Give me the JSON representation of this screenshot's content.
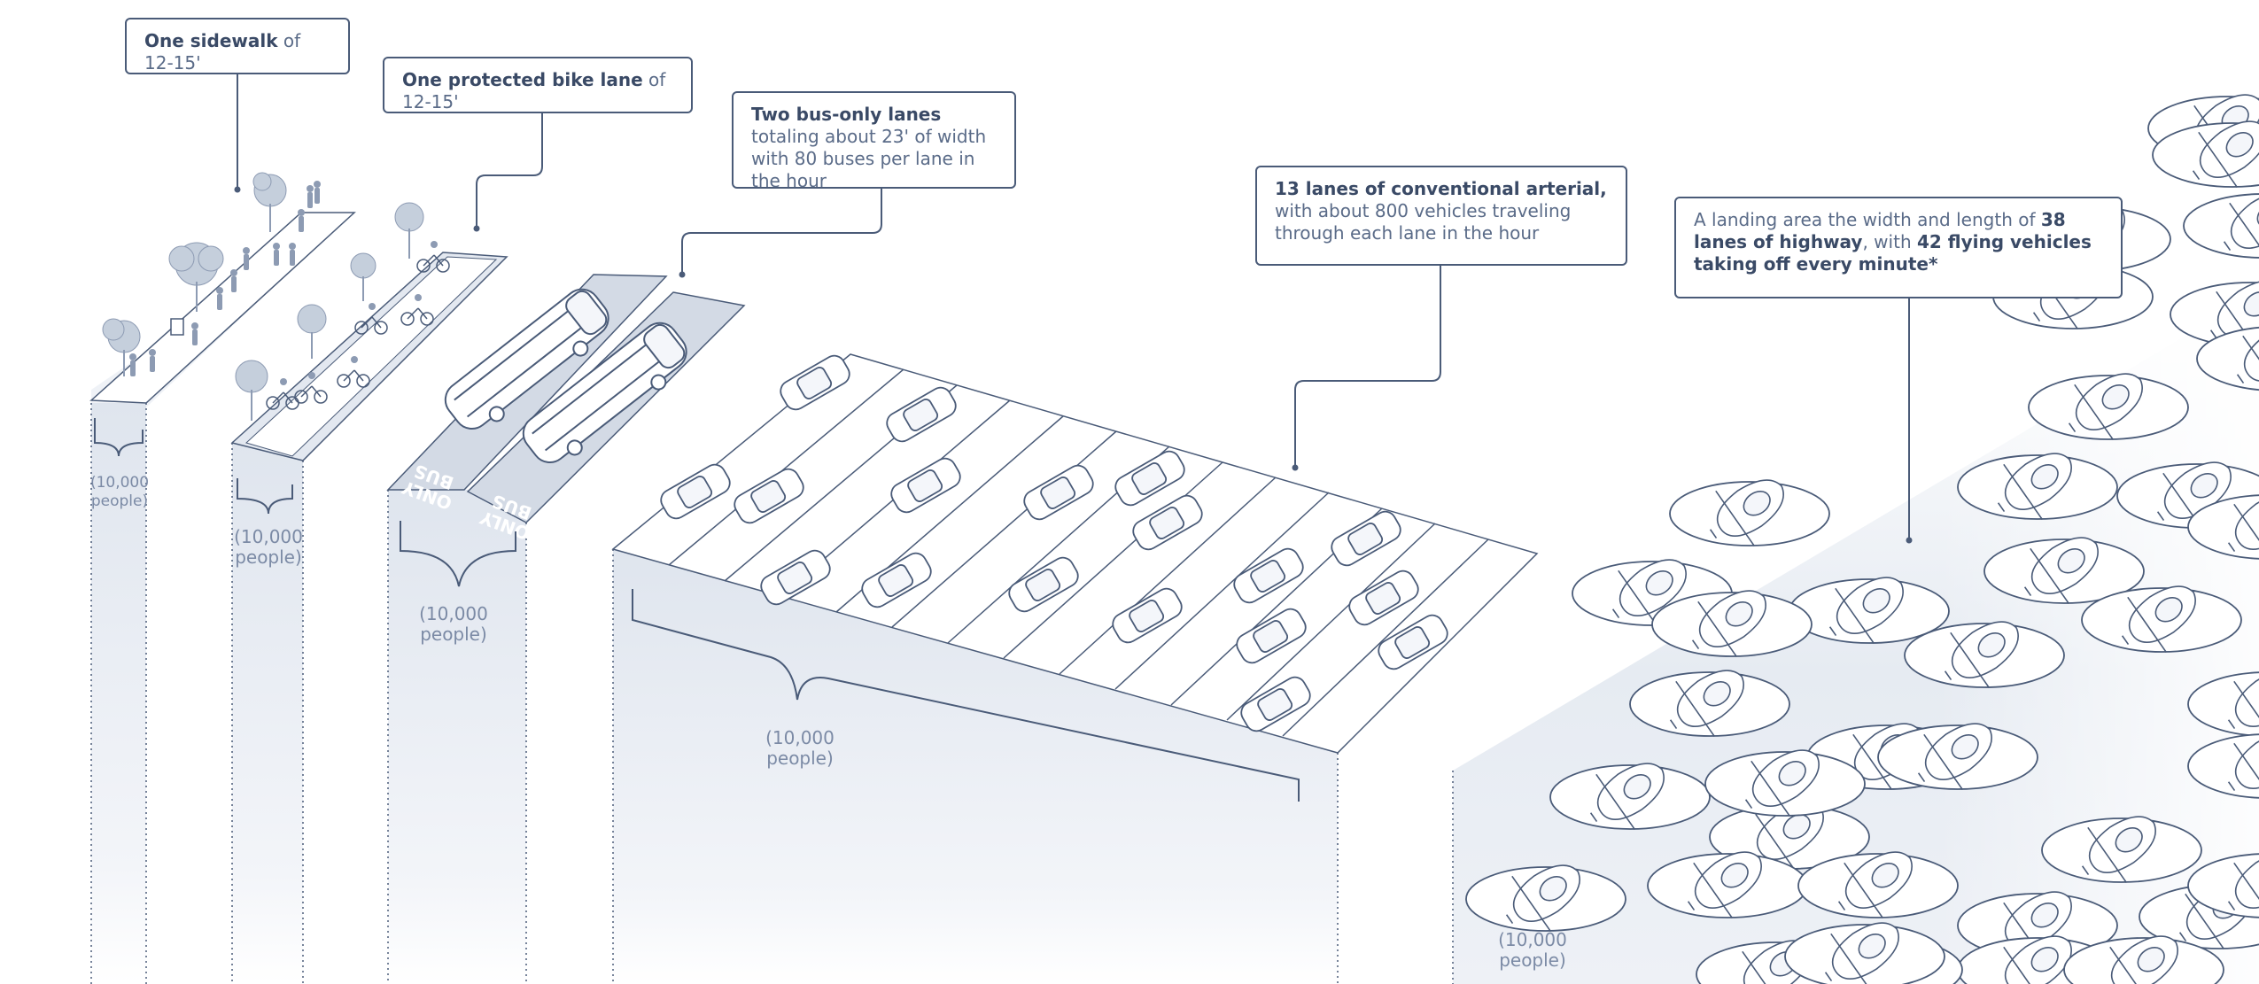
{
  "callouts": {
    "sidewalk": {
      "bold": "One sidewalk",
      "rest": " of 12-15'"
    },
    "bike": {
      "bold": "One protected bike lane",
      "rest": " of 12-15'"
    },
    "bus": {
      "bold": "Two bus-only lanes",
      "rest": " totaling about 23' of width with 80 buses per lane in the hour"
    },
    "arterial": {
      "bold": "13 lanes of conventional arterial,",
      "rest": " with about 800 vehicles traveling through each lane in the hour"
    },
    "landing": {
      "pre": "A landing area the width and length of ",
      "bold1": "38 lanes of highway",
      "mid": ", with ",
      "bold2": "42 flying vehicles taking off every minute*"
    }
  },
  "captions": {
    "sidewalk": {
      "line1": "(10,000",
      "line2": "people)"
    },
    "bike": {
      "line1": "(10,000",
      "line2": "people)"
    },
    "bus": {
      "line1": "(10,000",
      "line2": "people)"
    },
    "arterial": {
      "line1": "(10,000",
      "line2": "people)"
    },
    "landing": {
      "line1": "(10,000",
      "line2": "people)"
    }
  },
  "pavement_text": {
    "bus_marking_line1": "BUS",
    "bus_marking_line2": "ONLY"
  },
  "colors": {
    "line": "#4a5b78",
    "fill": "#e3e8f0",
    "lightfill": "#eef1f6",
    "text": "#3a4a66"
  },
  "icons": [
    "tree-icon",
    "pedestrian-icon",
    "cyclist-icon",
    "bus-icon",
    "car-icon",
    "flying-vehicle-icon",
    "landing-pad-icon"
  ]
}
